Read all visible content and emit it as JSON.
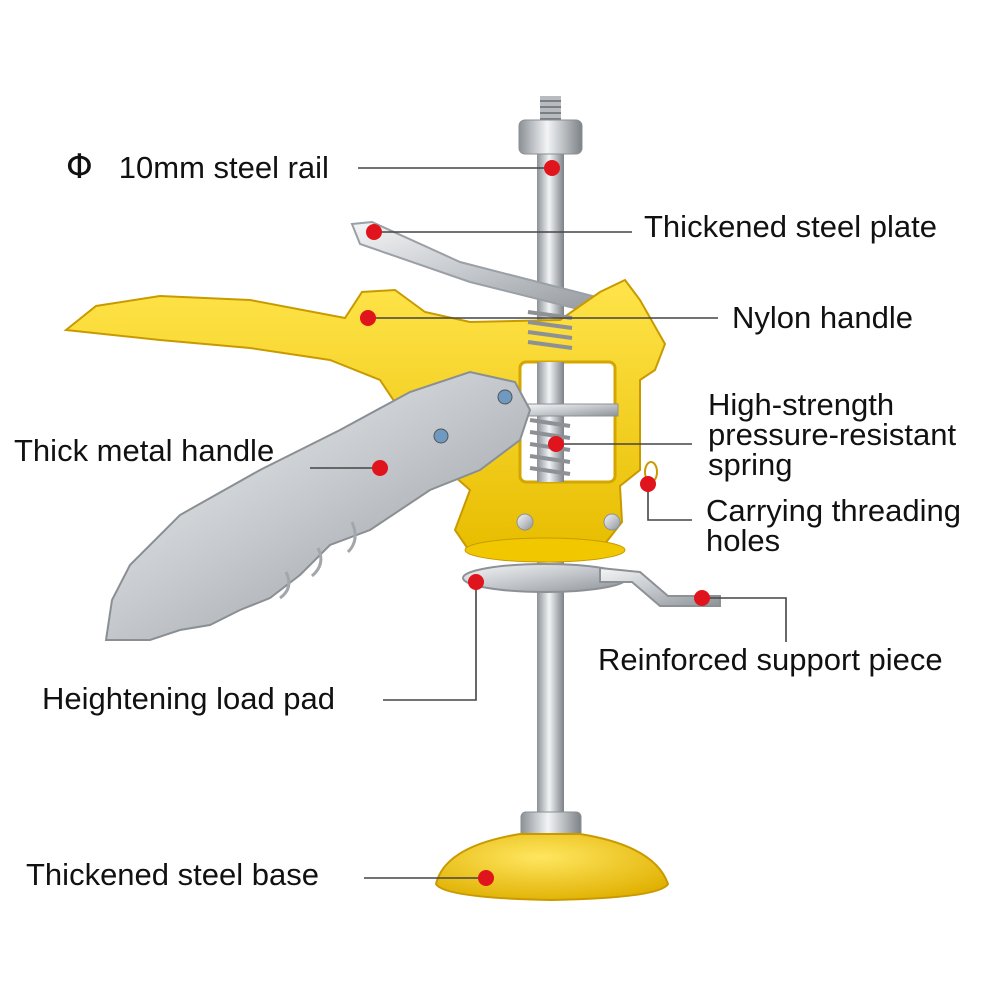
{
  "diagram": {
    "colors": {
      "background": "#ffffff",
      "nylon_yellow": "#f6d21c",
      "steel": "#c8ccd0",
      "marker_red": "#e0141c",
      "leader_line": "#444444",
      "text": "#111111"
    },
    "labels": {
      "rail_symbol": "Φ",
      "rail": "10mm steel rail",
      "steel_plate": "Thickened steel plate",
      "nylon_handle": "Nylon handle",
      "spring_line1": "High-strength",
      "spring_line2": "pressure-resistant",
      "spring_line3": "spring",
      "metal_handle": "Thick metal handle",
      "threading_line1": "Carrying threading",
      "threading_line2": "holes",
      "support_piece": "Reinforced support piece",
      "load_pad": "Heightening load pad",
      "steel_base": "Thickened steel base"
    }
  }
}
